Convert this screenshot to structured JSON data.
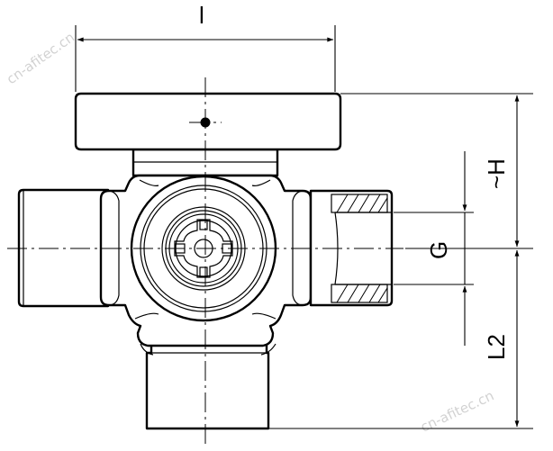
{
  "dimensions": {
    "width_label": "l",
    "height_label": "~H",
    "thread_label": "G",
    "length_label": "L2"
  },
  "watermarks": [
    "cn-afitec.cn",
    "cn-afitec.cn"
  ]
}
